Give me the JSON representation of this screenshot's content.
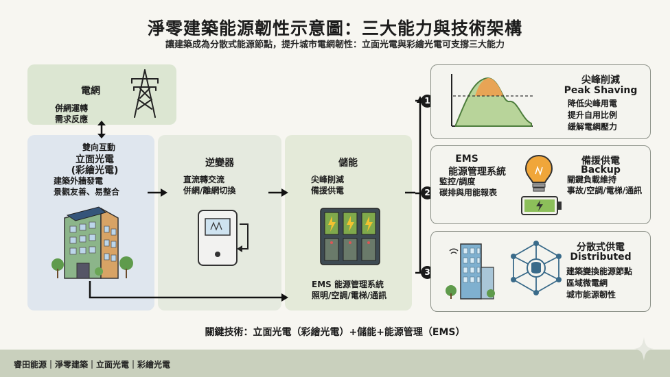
{
  "header": {
    "title": "淨零建築能源韌性示意圖：三大能力與技術架構",
    "subtitle": "讓建築成為分散式能源節點，提升城市電網韌性：立面光電與彩繪光電可支撐三大能力"
  },
  "grid": {
    "title": "電網",
    "lines": [
      "併網運轉",
      "需求反應"
    ]
  },
  "bidirectional": "雙向互動",
  "facade": {
    "title_line1": "立面光電",
    "title_line2": "(彩繪光電)",
    "lines": [
      "建築外牆發電",
      "景觀友善、易整合"
    ]
  },
  "inverter": {
    "title": "逆變器",
    "lines": [
      "直流轉交流",
      "併網/離網切換"
    ]
  },
  "storage": {
    "title": "儲能",
    "lines": [
      "尖峰削減",
      "備援供電"
    ],
    "ems_title": "EMS 能源管理系統",
    "ems_sub": "照明/空調/電梯/通訊"
  },
  "ems_center": {
    "title": "EMS",
    "subtitle": "能源管理系統",
    "lines": [
      "監控/調度",
      "碳排與用能報表"
    ]
  },
  "capabilities": [
    {
      "number": "1",
      "title_zh": "尖峰削減",
      "title_en": "Peak Shaving",
      "lines": [
        "降低尖峰用電",
        "提升自用比例",
        "緩解電網壓力"
      ]
    },
    {
      "number": "2",
      "title_zh": "備援供電",
      "title_en": "Backup",
      "lines": [
        "關鍵負載維持",
        "事故/空調/電梯/通訊"
      ]
    },
    {
      "number": "3",
      "title_zh": "分散式供電",
      "title_en": "Distributed",
      "lines": [
        "建築變換能源節點",
        "區域微電網",
        "城市能源韌性"
      ]
    }
  ],
  "key_tech": "關鍵技術：立面光電（彩繪光電）+儲能+能源管理（EMS）",
  "footer": "睿田能源｜淨零建築｜立面光電｜彩繪光電",
  "colors": {
    "grid_panel": "#dce6d2",
    "facade_panel": "#dfe6ee",
    "orange_peak": "#e8a455",
    "green_curve": "#8fb87a",
    "bulb": "#f0a63a",
    "battery": "#8cbf5a",
    "footer": "#c9d0bd"
  },
  "icons": [
    "power-tower-icon",
    "building-solar-icon",
    "inverter-icon",
    "battery-rack-icon",
    "peak-curve-icon",
    "light-bulb-icon",
    "battery-icon",
    "city-building-icon",
    "network-node-icon"
  ]
}
